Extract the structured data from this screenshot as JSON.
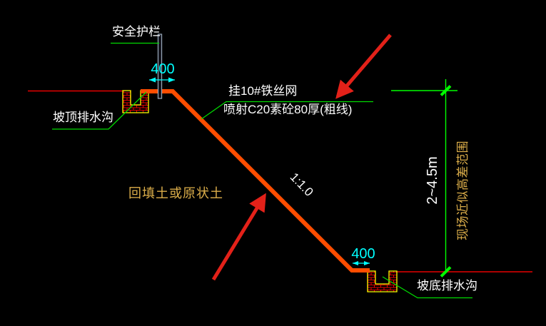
{
  "meta": {
    "description": "CAD cross-section drawing of slope excavation support with shotcrete, wire mesh, guardrail and drainage ditches",
    "background": "#000000"
  },
  "colors": {
    "slope_thick_line": "#ff4d00",
    "thin_red_line": "#e60000",
    "leader_green": "#00d900",
    "dimension_green": "#00ff00",
    "dimension_cyan": "#00ffff",
    "ditch_outline_yellow": "#ffff00",
    "white_text": "#ffffff",
    "tan_text": "#dcae4a",
    "annotation_arrow_red": "#e32119",
    "guardrail_post_gray": "#94a4b4"
  },
  "labels": {
    "safety_rail": "安全护栏",
    "top_dim": "400",
    "top_drain": "坡顶排水沟",
    "wire_mesh": "挂10#铁丝网",
    "shotcrete": "喷射C20素砼80厚(粗线)",
    "backfill": "回填土或原状土",
    "slope_ratio": "1:1.0",
    "bottom_dim": "400",
    "bottom_drain": "坡底排水沟",
    "height_range": "2~4.5m",
    "site_note": "现场近似高差范围"
  }
}
